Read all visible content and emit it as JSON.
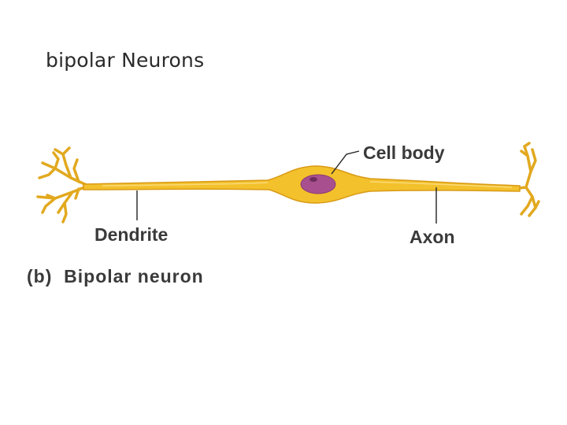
{
  "slide": {
    "title": "bipolar Neurons"
  },
  "figure": {
    "labels": {
      "cell_body": "Cell body",
      "dendrite": "Dendrite",
      "axon": "Axon"
    },
    "caption": "(b)  Bipolar neuron"
  },
  "colors": {
    "neuron_fill": "#f3c12c",
    "neuron_outline": "#d99a16",
    "nucleus": "#a8508f",
    "leader_line": "#222222",
    "text": "#3a3a3a"
  }
}
